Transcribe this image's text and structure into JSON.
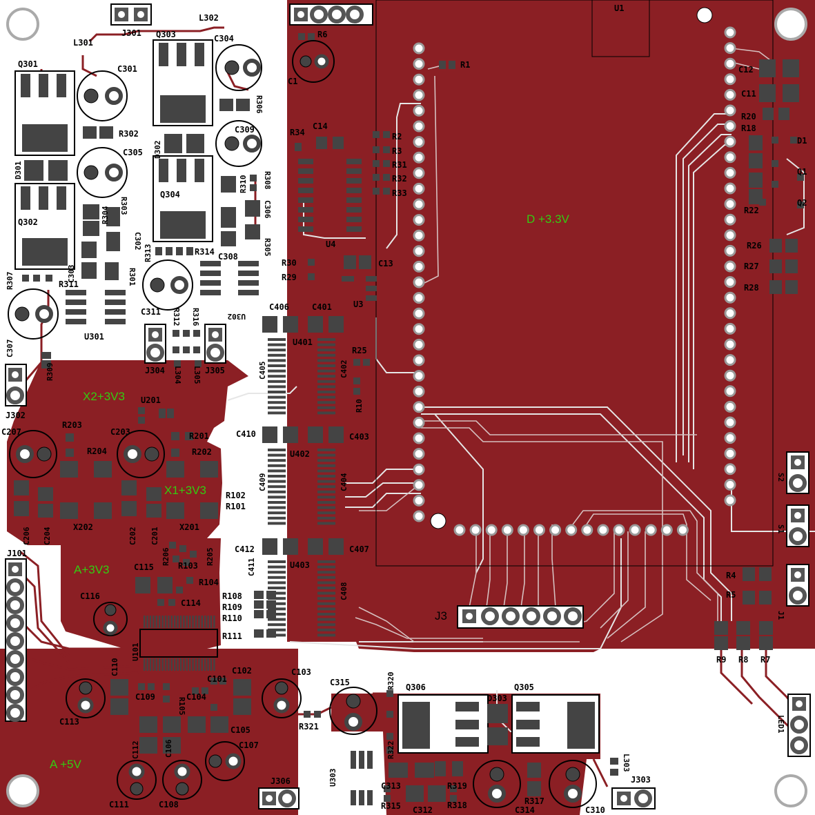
{
  "colors": {
    "copper": "#8b1f24",
    "pad": "#444444",
    "background": "#ffffff",
    "silkscreen": "#000000",
    "zone_label": "#33cc11",
    "trace_light": "#d9d9d9"
  },
  "zones": {
    "d33": "D +3.3V",
    "x2": "X2+3V3",
    "x1": "X1+3V3",
    "a33": "A+3V3",
    "a5": "A +5V"
  },
  "labels": {
    "u1": "U1",
    "r1": "R1",
    "r6": "R6",
    "c1": "C1",
    "r34": "R34",
    "c14": "C14",
    "r2": "R2",
    "r3": "R3",
    "r31": "R31",
    "r32": "R32",
    "r33": "R33",
    "u4": "U4",
    "r30": "R30",
    "r29": "R29",
    "c13": "C13",
    "u3": "U3",
    "c12": "C12",
    "c11": "C11",
    "r20": "R20",
    "r18": "R18",
    "d1": "D1",
    "q1": "Q1",
    "q2": "Q2",
    "r22": "R22",
    "r26": "R26",
    "r27": "R27",
    "r28": "R28",
    "j301": "J301",
    "l302": "L302",
    "l301": "L301",
    "q301": "Q301",
    "q303": "Q303",
    "c304": "C304",
    "c301": "C301",
    "r302": "R302",
    "c305": "C305",
    "d301": "D301",
    "d302": "D302",
    "r306": "R306",
    "c309": "C309",
    "q302": "Q302",
    "q304": "Q304",
    "r310": "R310",
    "r308": "R308",
    "c306": "C306",
    "r305": "R305",
    "c302": "C302",
    "r304": "R304",
    "r303": "R303",
    "c303": "C303",
    "r301": "R301",
    "r313": "R313",
    "r314": "R314",
    "c308": "C308",
    "r307": "R307",
    "r311": "R311",
    "u301": "U301",
    "u302": "U302",
    "c307": "C307",
    "c311": "C311",
    "r312": "R312",
    "r316": "R316",
    "r309": "R309",
    "j302": "J302",
    "j304": "J304",
    "j305": "J305",
    "l304": "L304",
    "l305": "L305",
    "c406": "C406",
    "c401": "C401",
    "u401": "U401",
    "c405": "C405",
    "c402": "C402",
    "r25": "R25",
    "r10": "R10",
    "c410": "C410",
    "u402": "U402",
    "c403": "C403",
    "c409": "C409",
    "c404": "C404",
    "r102": "R102",
    "r101": "R101",
    "c412": "C412",
    "u403": "U403",
    "c407": "C407",
    "c411": "C411",
    "c408": "C408",
    "u201": "U201",
    "r203": "R203",
    "c207": "C207",
    "r204": "R204",
    "c203": "C203",
    "r201": "R201",
    "r202": "R202",
    "c206": "C206",
    "c204": "C204",
    "x202": "X202",
    "c202": "C202",
    "c201": "C201",
    "x201": "X201",
    "r206": "R206",
    "r205": "R205",
    "r103": "R103",
    "r104": "R104",
    "c115": "C115",
    "c116": "C116",
    "c114": "C114",
    "r108": "R108",
    "r109": "R109",
    "r110": "R110",
    "r111": "R111",
    "u101": "U101",
    "j101": "J101",
    "c110": "C110",
    "c109": "C109",
    "c101": "C101",
    "c102": "C102",
    "c103": "C103",
    "c113": "C113",
    "r105": "R105",
    "c104": "C104",
    "c105": "C105",
    "c107": "C107",
    "c112": "C112",
    "c106": "C106",
    "c111": "C111",
    "c108": "C108",
    "j306": "J306",
    "c315": "C315",
    "r320": "R320",
    "q306": "Q306",
    "d303": "D303",
    "q305": "Q305",
    "r321": "R321",
    "r322": "R322",
    "u303": "U303",
    "c313": "C313",
    "r315": "R315",
    "c312": "C312",
    "r319": "R319",
    "r318": "R318",
    "c314": "C314",
    "r317": "R317",
    "c310": "C310",
    "l303": "L303",
    "j303": "J303",
    "j3": "J3",
    "s2": "S2",
    "s1": "S1",
    "r4": "R4",
    "r5": "R5",
    "j1": "J1",
    "r9": "R9",
    "r8": "R8",
    "r7": "R7",
    "led1": "LED1"
  }
}
